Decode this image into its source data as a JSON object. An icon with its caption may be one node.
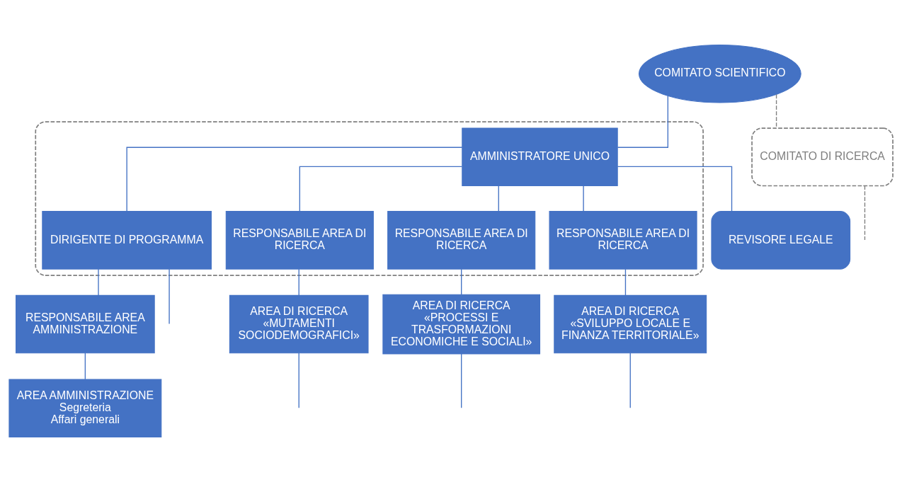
{
  "diagram": {
    "nodes": [
      {
        "text": [],
        "shape": "box"
      },
      {
        "text": [
          "COMITATO SCIENTIFICO"
        ]
      },
      {
        "text": [
          "AMMINISTRATORE UNICO"
        ],
        "in": 0
      },
      {
        "text": [
          "REVISORE LEGALE"
        ]
      },
      {
        "text": [
          "COMITATO DI RICERCA"
        ]
      },
      {
        "text": [
          "DIRIGENTE DI PROGRAMMA"
        ],
        "in": 0
      },
      {
        "text": [
          "RESPONSABILE AREA DI RICERCA"
        ],
        "in": 0
      },
      {
        "text": [
          "RESPONSABILE AREA DI RICERCA"
        ],
        "in": 0
      },
      {
        "text": [
          "RESPONSABILE AREA DI RICERCA"
        ],
        "in": 0
      },
      {
        "text": [
          "RESPONSABILE AREA AMMINISTRAZIONE"
        ]
      },
      {
        "text": [
          "AREA DI RICERCA «MUTAMENTI SOCIODEMOGRAFICI»"
        ]
      },
      {
        "text": [
          "AREA DI RICERCA «PROCESSI E TRASFORMAZIONI ECONOMICHE E SOCIALI»"
        ]
      },
      {
        "text": [
          "AREA DI RICERCA «SVILUPPO LOCALE E FINANZA TERRITORIALE»"
        ]
      },
      {
        "text": [
          "AREA AMMINISTRAZIONE",
          "Segreteria",
          "Affari generali"
        ]
      }
    ],
    "edges": [
      {
        "from": 1,
        "to": 2,
        "arrow": "none"
      },
      {
        "from": 2,
        "to": 3,
        "arrow": "none"
      },
      {
        "from": 2,
        "to": 5,
        "arrow": "none"
      },
      {
        "from": 2,
        "to": 6,
        "arrow": "none"
      },
      {
        "from": 2,
        "to": 7,
        "arrow": "none"
      },
      {
        "from": 2,
        "to": 8,
        "arrow": "none"
      },
      {
        "from": 5,
        "to": 9,
        "arrow": "none"
      },
      {
        "from": 5,
        "to": null,
        "arrow": "none"
      },
      {
        "from": 1,
        "to": 4,
        "arrow": "none",
        "style": "dashed",
        "color": "#7f7f7f"
      },
      {
        "from": 4,
        "to": null,
        "arrow": "none",
        "style": "dashed",
        "color": "#7f7f7f"
      },
      {
        "from": 6,
        "to": 10,
        "arrow": "none"
      },
      {
        "from": 7,
        "to": 11,
        "arrow": "none"
      },
      {
        "from": 8,
        "to": 12,
        "arrow": "none"
      },
      {
        "from": 9,
        "to": 13,
        "arrow": "none"
      },
      {
        "from": 10,
        "to": null,
        "arrow": "none"
      },
      {
        "from": 11,
        "to": null,
        "arrow": "none"
      },
      {
        "from": 12,
        "to": null,
        "arrow": "none"
      }
    ]
  }
}
